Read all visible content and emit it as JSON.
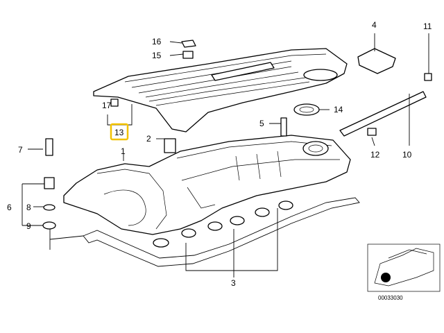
{
  "diagram": {
    "callouts": {
      "c1": "1",
      "c2": "2",
      "c3": "3",
      "c4": "4",
      "c5": "5",
      "c6": "6",
      "c7": "7",
      "c8": "8",
      "c9": "9",
      "c10": "10",
      "c11": "11",
      "c12": "12",
      "c13": "13",
      "c14": "14",
      "c15": "15",
      "c16": "16",
      "c17": "17"
    },
    "highlight": {
      "label": "13",
      "color": "#f2c200"
    },
    "reference_number": "00033030"
  }
}
